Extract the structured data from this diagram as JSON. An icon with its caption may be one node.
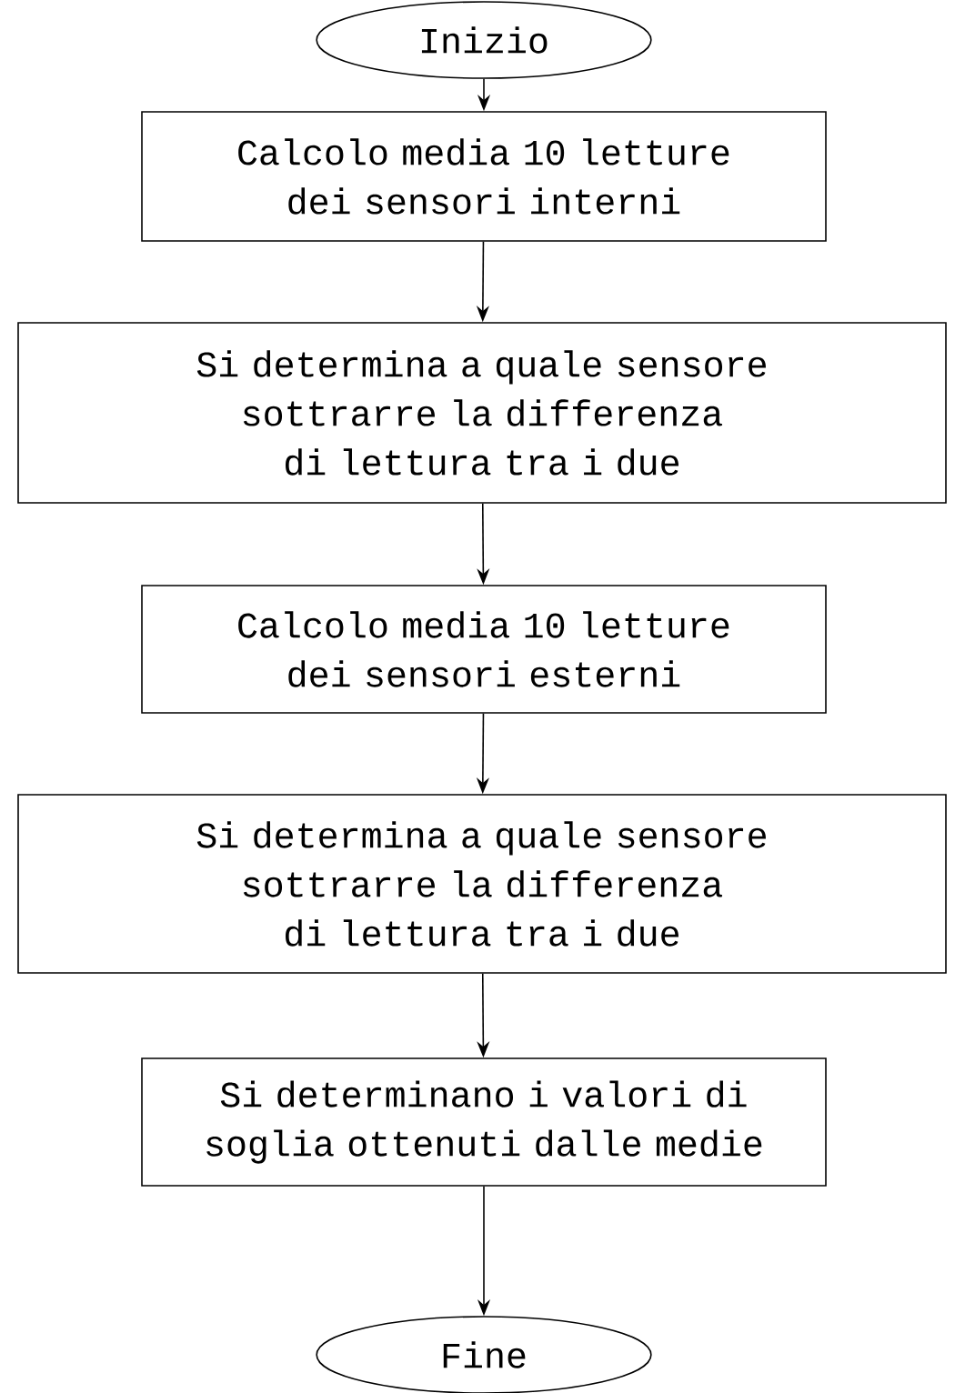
{
  "diagram": {
    "nodes": [
      {
        "text": [
          "Inizio"
        ]
      },
      {
        "text": [
          "Calcolo media 10 letture dei sensori interni"
        ]
      },
      {
        "text": [
          "Si determina a quale sensore sottrarre la differenza di lettura tra i due"
        ]
      },
      {
        "text": [
          "Calcolo media 10 letture dei sensori esterni"
        ]
      },
      {
        "text": [
          "Si determina a quale sensore sottrarre la differenza di lettura tra i due"
        ]
      },
      {
        "text": [
          "Si determinano i valori di soglia ottenuti dalle medie"
        ]
      },
      {
        "text": [
          "Fine"
        ]
      }
    ],
    "edges": [
      {
        "from": 0,
        "to": 1,
        "arrow": "to"
      },
      {
        "from": 1,
        "to": 2,
        "arrow": "to"
      },
      {
        "from": 2,
        "to": 3,
        "arrow": "to"
      },
      {
        "from": 3,
        "to": 4,
        "arrow": "to"
      },
      {
        "from": 4,
        "to": 5,
        "arrow": "to"
      },
      {
        "from": 5,
        "to": 6,
        "arrow": "to"
      }
    ]
  }
}
